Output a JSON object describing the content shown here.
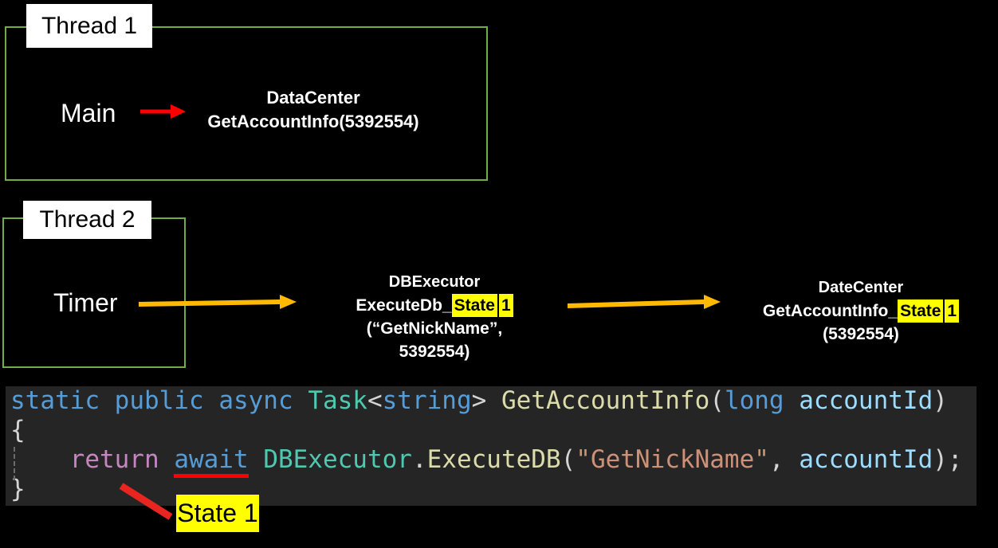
{
  "colors": {
    "background": "#000000",
    "thread_box_green": "#70AD47",
    "call_arrow_red": "#FF0000",
    "flow_arrow_gold": "#FFB900",
    "highlight_yellow": "#FFFF00",
    "code_background": "#252526",
    "callout_line_red": "#E8251F"
  },
  "thread1": {
    "label": "Thread 1",
    "caller": "Main",
    "callee_line1": "DataCenter",
    "callee_line2": "GetAccountInfo(5392554)"
  },
  "thread2": {
    "label": "Thread 2",
    "caller": "Timer",
    "call1": {
      "line1": "DBExecutor",
      "line2_prefix": "ExecuteDb_",
      "hl_word": "State",
      "hl_num": "1",
      "line3": "(“GetNickName”, 5392554)"
    },
    "call2": {
      "line1": "DateCenter",
      "line2_prefix": "GetAccountInfo_",
      "hl_word": "State",
      "hl_num": "1",
      "line3": "(5392554)"
    }
  },
  "code": {
    "lines": [
      [
        {
          "t": "static",
          "c": "kw"
        },
        {
          "t": " "
        },
        {
          "t": "public",
          "c": "kw"
        },
        {
          "t": " "
        },
        {
          "t": "async",
          "c": "kw"
        },
        {
          "t": " "
        },
        {
          "t": "Task",
          "c": "type"
        },
        {
          "t": "<"
        },
        {
          "t": "string",
          "c": "kw"
        },
        {
          "t": ">"
        },
        {
          "t": " "
        },
        {
          "t": "GetAccountInfo",
          "c": "fn"
        },
        {
          "t": "("
        },
        {
          "t": "long",
          "c": "kw"
        },
        {
          "t": " "
        },
        {
          "t": "accountId",
          "c": "var"
        },
        {
          "t": ")"
        }
      ],
      [
        {
          "t": "{"
        }
      ],
      [
        {
          "t": "    "
        },
        {
          "t": "return",
          "c": "ctrl"
        },
        {
          "t": " "
        },
        {
          "t": "await",
          "c": "kw",
          "u": true
        },
        {
          "t": " "
        },
        {
          "t": "DBExecutor",
          "c": "type"
        },
        {
          "t": "."
        },
        {
          "t": "ExecuteDB",
          "c": "fn"
        },
        {
          "t": "("
        },
        {
          "t": "\"GetNickName\"",
          "c": "str"
        },
        {
          "t": ","
        },
        {
          "t": " "
        },
        {
          "t": "accountId",
          "c": "var"
        },
        {
          "t": ");"
        }
      ],
      [
        {
          "t": "}"
        }
      ]
    ]
  },
  "callout": {
    "label": "State 1"
  }
}
